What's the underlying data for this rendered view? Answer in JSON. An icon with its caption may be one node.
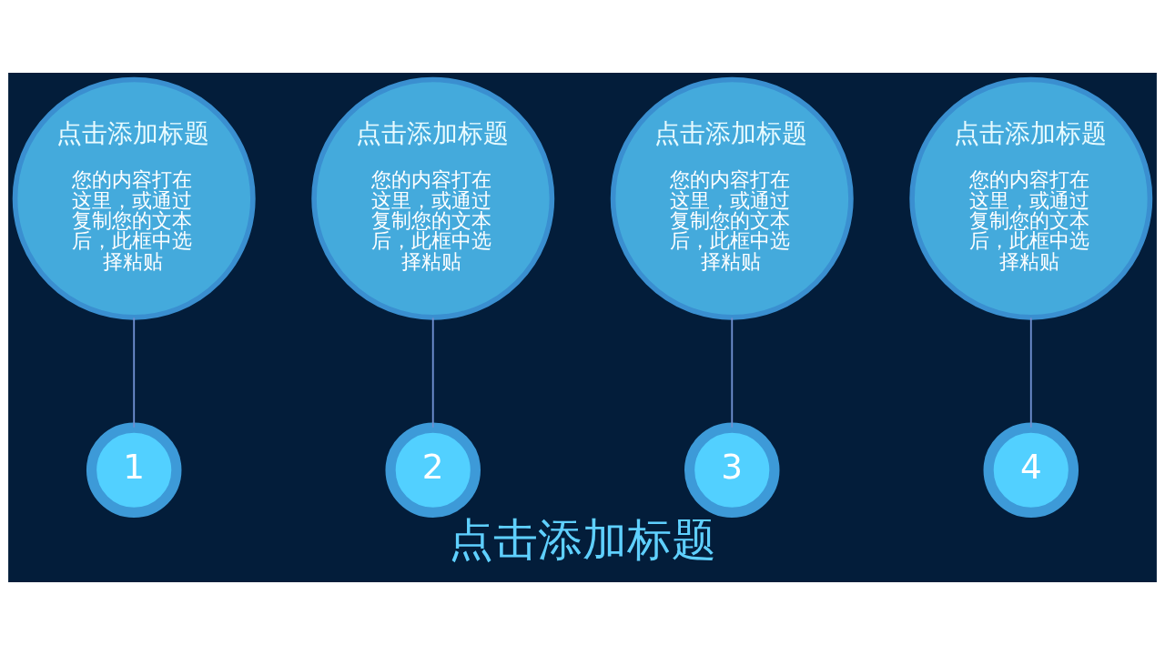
{
  "diagram": {
    "title": "点击添加标题",
    "nodes": [
      {
        "text": [
          "点击添加标题",
          "您的内容打在这里，或通过复制您的文本后，此框中选择粘贴"
        ]
      },
      {
        "text": [
          "点击添加标题",
          "您的内容打在这里，或通过复制您的文本后，此框中选择粘贴"
        ]
      },
      {
        "text": [
          "点击添加标题",
          "您的内容打在这里，或通过复制您的文本后，此框中选择粘贴"
        ]
      },
      {
        "text": [
          "点击添加标题",
          "您的内容打在这里，或通过复制您的文本后，此框中选择粘贴"
        ]
      },
      {
        "text": [
          "1"
        ]
      },
      {
        "text": [
          "2"
        ]
      },
      {
        "text": [
          "3"
        ]
      },
      {
        "text": [
          "4"
        ]
      }
    ],
    "edges": [
      {
        "from": 0,
        "to": 4,
        "arrow": "none"
      },
      {
        "from": 1,
        "to": 5,
        "arrow": "none"
      },
      {
        "from": 2,
        "to": 6,
        "arrow": "none"
      },
      {
        "from": 3,
        "to": 7,
        "arrow": "none"
      }
    ]
  }
}
